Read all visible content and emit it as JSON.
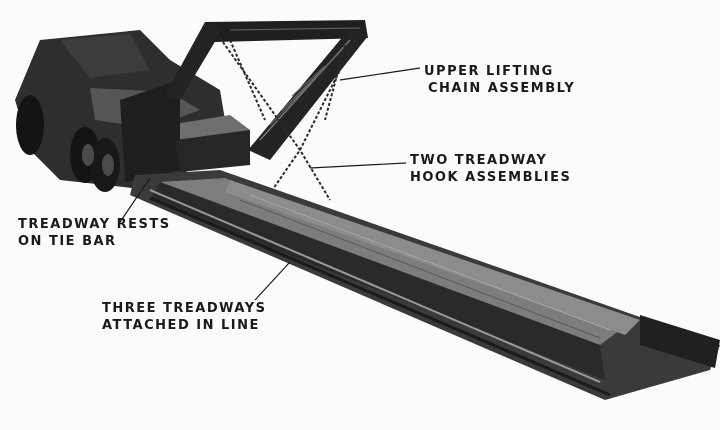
{
  "labels": {
    "upper_lifting": {
      "line1": "UPPER LIFTING",
      "line2": "CHAIN ASSEMBLY"
    },
    "treadway_hooks": {
      "line1": "TWO TREADWAY",
      "line2": "HOOK ASSEMBLIES"
    },
    "treadway_rests": {
      "line1": "TREADWAY RESTS",
      "line2": "ON TIE BAR"
    },
    "three_treadways": {
      "line1": "THREE TREADWAYS",
      "line2": "ATTACHED IN LINE"
    }
  }
}
